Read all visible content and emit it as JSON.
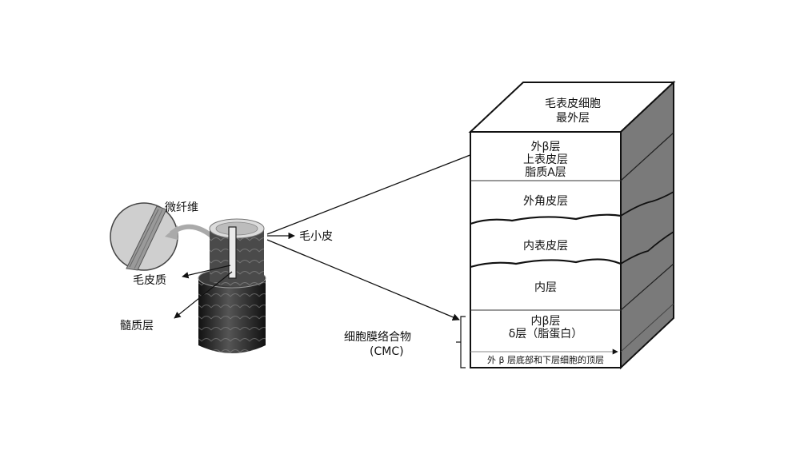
{
  "hair_labels": {
    "microfibril": "微纤维",
    "cortex": "毛皮质",
    "medulla": "髓质层",
    "cuticle": "毛小皮",
    "cmc_line1": "细胞膜络合物",
    "cmc_line2": "(CMC)"
  },
  "block_top": {
    "line1": "毛表皮细胞",
    "line2": "最外层"
  },
  "layers": {
    "outer_beta": "外β层",
    "epicuticle": "上表皮层",
    "lipid_a": "脂质A层",
    "exocuticle": "外角皮层",
    "endocuticle_inner": "内表皮层",
    "inner_layer": "内层",
    "inner_beta": "内β层",
    "delta": "δ层（脂蛋白）",
    "bottom": "外 β 层底部和下层细胞的顶层"
  },
  "colors": {
    "line": "#111111",
    "side_face": "#7a7a7a",
    "cylinder_dark": "#2a2a2a",
    "circle_fill": "#c8c8c8"
  }
}
